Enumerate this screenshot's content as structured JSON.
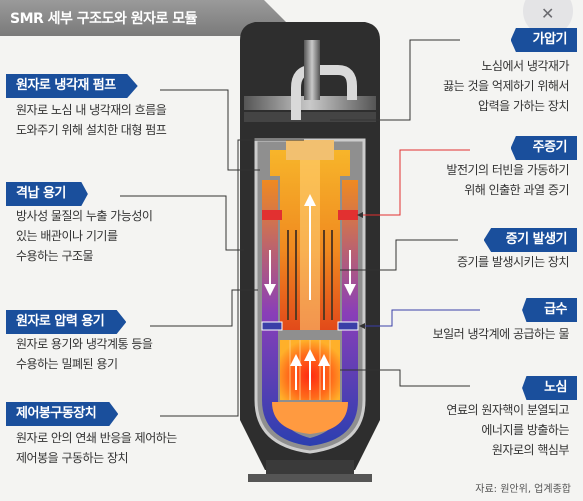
{
  "title": "SMR 세부 구조도와 원자로 모듈",
  "close_glyph": "✕",
  "left": [
    {
      "label": "원자로 냉각재 펌프",
      "desc": "원자로 노심 내 냉각재의 흐름을\n도와주기 위해 설치한 대형 펌프"
    },
    {
      "label": "격납 용기",
      "desc": "방사성 물질의 누출 가능성이\n있는 배관이나 기기를\n수용하는 구조물"
    },
    {
      "label": "원자로 압력 용기",
      "desc": "원자로 용기와 냉각계통 등을\n수용하는 밀폐된 용기"
    },
    {
      "label": "제어봉구동장치",
      "desc": "원자로 안의 연쇄 반응을 제어하는\n제어봉을 구동하는 장치"
    }
  ],
  "right": [
    {
      "label": "가압기",
      "desc": "노심에서 냉각재가\n끓는 것을 억제하기 위해서\n압력을 가하는 장치"
    },
    {
      "label": "주증기",
      "desc": "발전기의 터빈을 가동하기\n위해 인출한 과열 증기"
    },
    {
      "label": "증기 발생기",
      "desc": "증기를 발생시키는 장치"
    },
    {
      "label": "급수",
      "desc": "보일러 냉각계에 공급하는 물"
    },
    {
      "label": "노심",
      "desc": "연료의 원자핵이 분열되고\n에너지를 방출하는\n원자로의 핵심부"
    }
  ],
  "source": "자료: 원안위, 업계종합",
  "colors": {
    "label_bg": "#1a4f9c",
    "vessel_outer": "#2b2b2b",
    "core": "#ff4500",
    "coolant_hot": "#f5a020",
    "coolant_cold": "#3a3fa8"
  }
}
